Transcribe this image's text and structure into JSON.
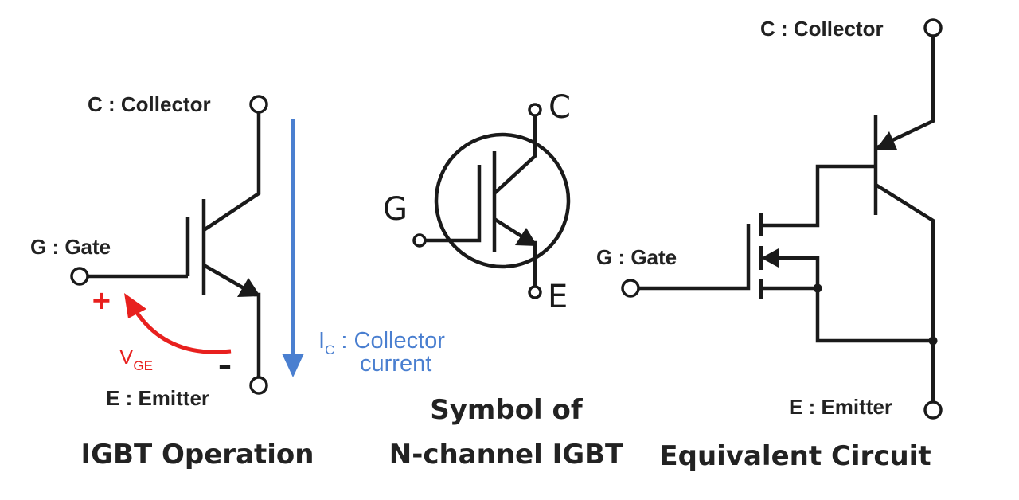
{
  "colors": {
    "ink": "#1a1a1a",
    "current_blue": "#4a7fd0",
    "vge_red": "#e8201e"
  },
  "operation": {
    "title": "IGBT Operation",
    "collector_label": "C : Collector",
    "gate_label": "G : Gate",
    "emitter_label": "E : Emitter",
    "plus": "+",
    "minus": "–",
    "vge_main": "V",
    "vge_sub": "GE",
    "ic_main": "I",
    "ic_sub": "C",
    "ic_line1": " : Collector",
    "ic_line2": "current"
  },
  "symbol": {
    "title_line1": "Symbol of",
    "title_line2": "N-channel IGBT",
    "c": "C",
    "g": "G",
    "e": "E"
  },
  "equivalent": {
    "title": "Equivalent Circuit",
    "collector_label": "C : Collector",
    "gate_label": "G : Gate",
    "emitter_label": "E : Emitter"
  }
}
